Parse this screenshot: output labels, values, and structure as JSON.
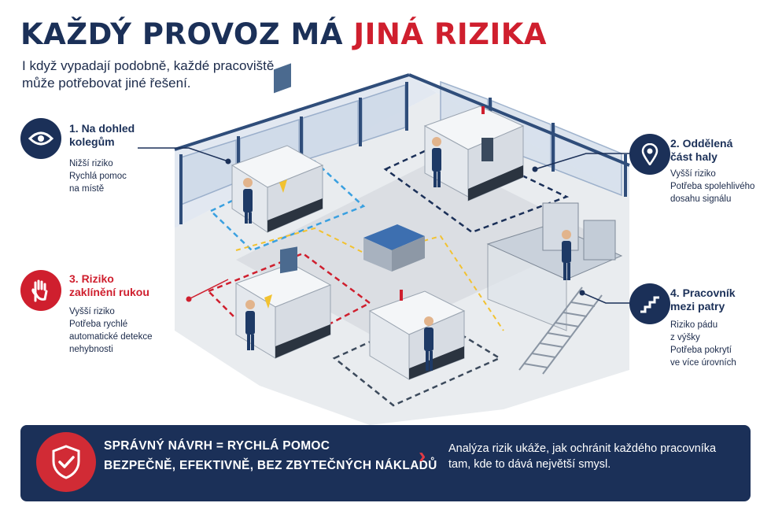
{
  "header": {
    "title_main": "KAŽDÝ PROVOZ MÁ ",
    "title_accent": "JINÁ RIZIKA",
    "subtitle": "I když vypadají podobně, každé pracoviště může potřebovat jiné řešení."
  },
  "callouts": [
    {
      "head": "1. Na dohled kolegům",
      "icon": "eye-icon",
      "lines": [
        "Nižší riziko",
        "Rychlá pomoc",
        "na místě"
      ]
    },
    {
      "head": "2. Oddělená část haly",
      "icon": "location-pin-icon",
      "lines": [
        "Vyšší riziko",
        "Potřeba spolehlivého",
        "dosahu signálu"
      ]
    },
    {
      "head": "3. Riziko zaklínění rukou",
      "icon": "hand-icon",
      "lines": [
        "Vyšší riziko",
        "Potřeba rychlé",
        "automatické detekce",
        "nehybnosti"
      ]
    },
    {
      "head": "4. Pracovník mezi patry",
      "icon": "stairs-icon",
      "lines": [
        "Riziko pádu",
        "z výšky",
        "Potřeba pokrytí",
        "ve více úrovních"
      ]
    }
  ],
  "banner": {
    "title": "SPRÁVNÝ NÁVRH = RYCHLÁ POMOC",
    "subtitle": "BEZPEČNĚ, EFEKTIVNĚ, BEZ ZBYTEČNÝCH NÁKLADŮ",
    "text": "Analýza rizik ukáže, jak ochránit každého pracovníka tam, kde to dává největší smysl.",
    "icon": "shield-check-icon"
  },
  "colors": {
    "navy": "#1b3058",
    "red": "#cf1f2e",
    "blue_zone": "#3aa0e0",
    "yellow_path": "#f2c230"
  }
}
